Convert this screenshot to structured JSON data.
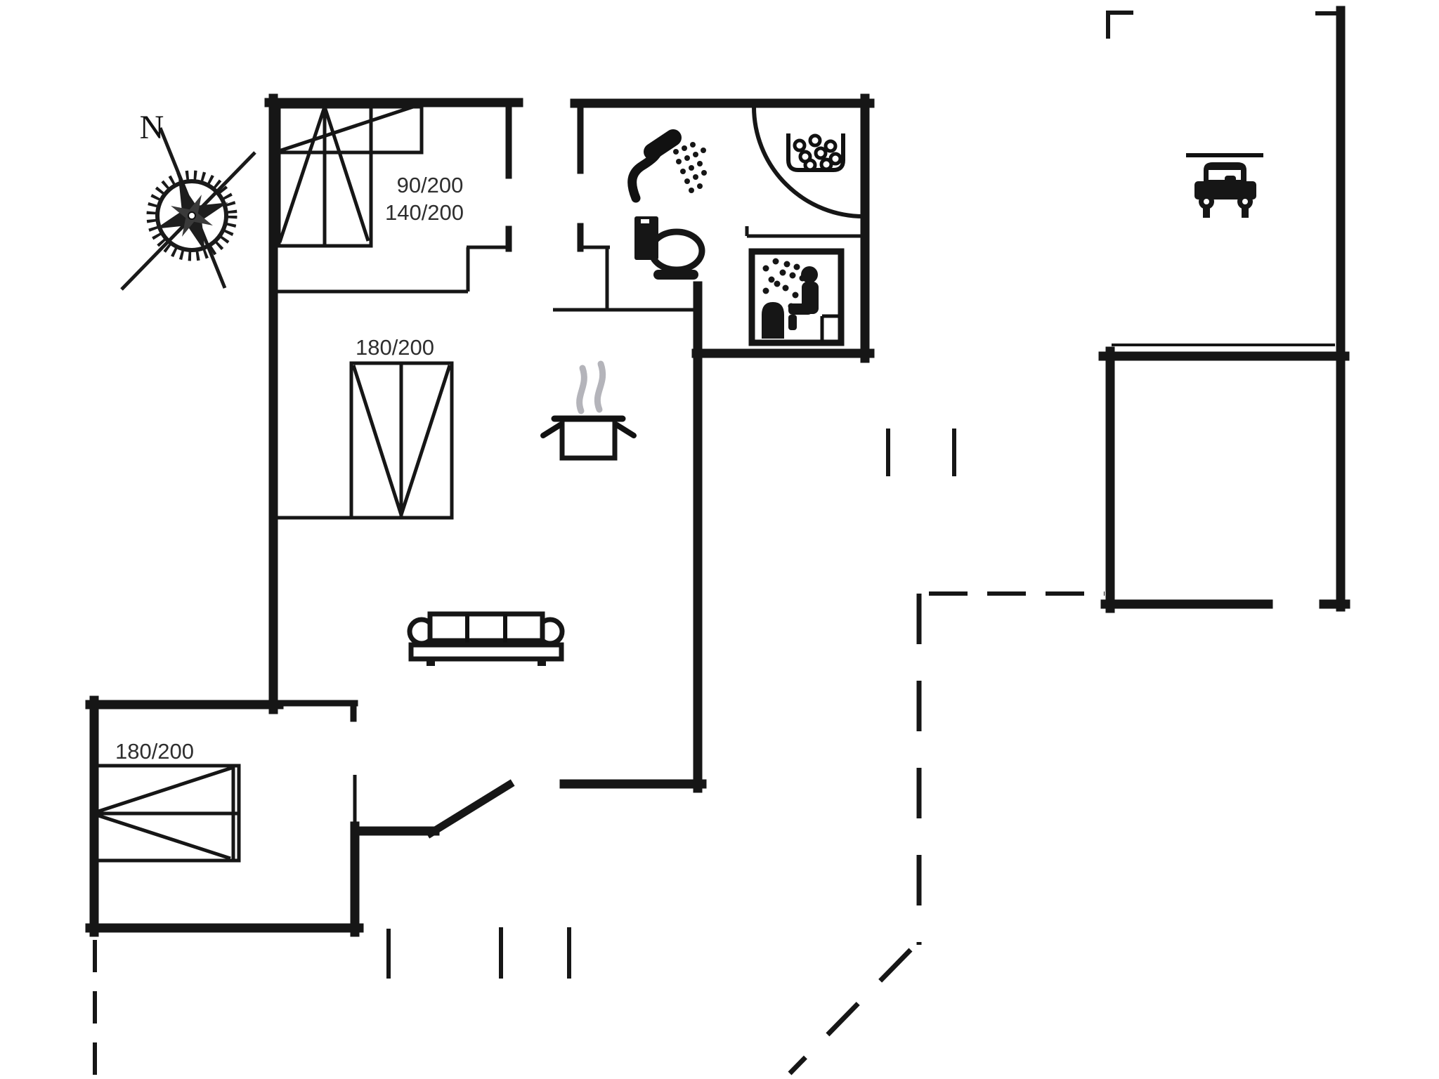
{
  "compass": {
    "label": "N"
  },
  "bed_labels": {
    "top_room_single": "90/200",
    "top_room_double": "140/200",
    "middle_room": "180/200",
    "bottom_room": "180/200"
  },
  "icons": [
    "compass-rose-icon",
    "bunk-bed-icon",
    "double-bed-icon",
    "shower-icon",
    "toilet-icon",
    "spa-bath-icon",
    "sauna-icon",
    "cooking-pot-icon",
    "sofa-icon",
    "car-icon"
  ],
  "colors": {
    "wall": "#161616",
    "text": "#2e2e2e",
    "steam": "#b4b4ba",
    "background": "#ffffff"
  }
}
